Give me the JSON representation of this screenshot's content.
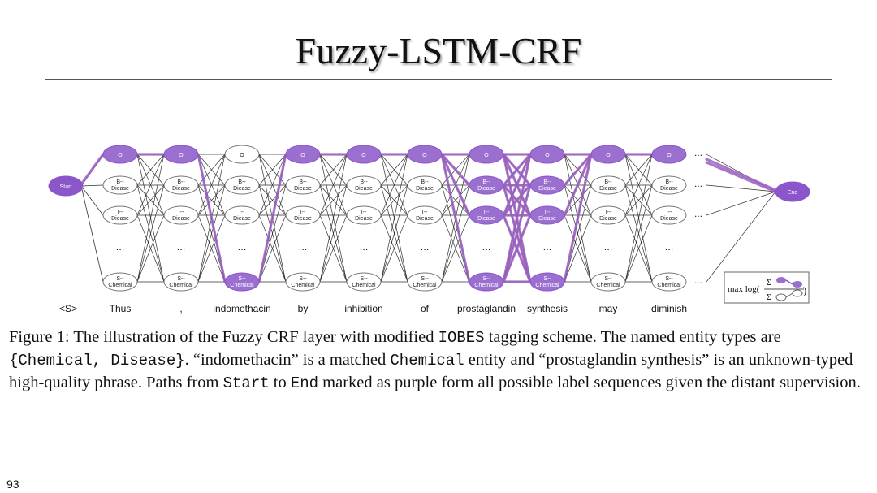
{
  "slide": {
    "title": "Fuzzy-LSTM-CRF",
    "page_number": "93"
  },
  "diagram": {
    "start_label": "Start",
    "end_label": "End",
    "ellipsis": "...",
    "row_labels": {
      "o": [
        "O"
      ],
      "b": [
        "B--",
        "Diease"
      ],
      "i": [
        "I--",
        "Diease"
      ],
      "s": [
        "S--",
        "Chemical"
      ]
    },
    "words": [
      "<S>",
      "Thus",
      ",",
      "indomethacin",
      "by",
      "inhibition",
      "of",
      "prostaglandin",
      "synthesis",
      "may",
      "diminish"
    ],
    "highlighted_rows": [
      [
        "o"
      ],
      [
        "o"
      ],
      [
        "s"
      ],
      [
        "o"
      ],
      [
        "o"
      ],
      [
        "o"
      ],
      [
        "o",
        "b",
        "i",
        "s"
      ],
      [
        "o",
        "b",
        "i",
        "s"
      ],
      [
        "o"
      ],
      [
        "o"
      ]
    ],
    "formula": {
      "prefix": "max  log(",
      "sigma": "Σ",
      "suffix": ")"
    },
    "colors": {
      "highlight_fill": "#9b6fd0",
      "highlight_dark": "#8a56c9",
      "path_stroke": "#9a5fbf",
      "plain_stroke": "#333333",
      "node_border": "#777777"
    }
  },
  "caption": {
    "p1": "Figure 1: The illustration of the Fuzzy CRF layer with modified ",
    "m1": "IOBES",
    "p2": " tagging scheme. The named entity types are ",
    "m2": "{Chemical, Disease}",
    "p3": ". “indomethacin” is a matched ",
    "m3": "Chemical",
    "p4": " entity and “prostaglandin synthesis” is an unknown-typed high-quality phrase. Paths from ",
    "m4": "Start",
    "p5": " to ",
    "m5": "End",
    "p6": " marked as purple form all possible label sequences given the distant supervision."
  }
}
